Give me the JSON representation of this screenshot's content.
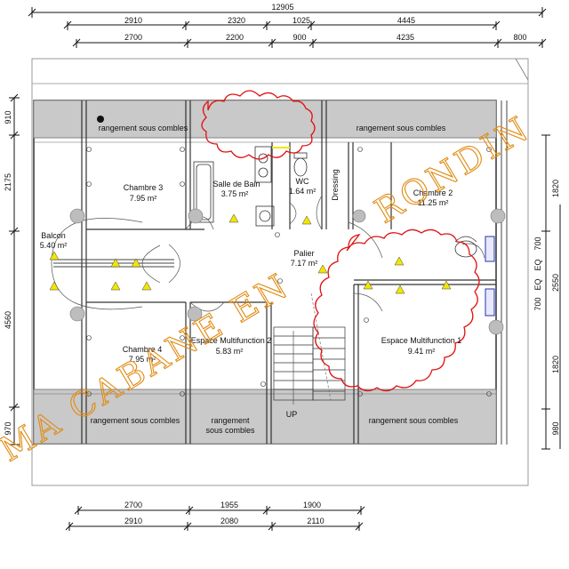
{
  "dimensions": {
    "top_total": "12905",
    "top_row1": [
      "2910",
      "2320",
      "1025",
      "4445"
    ],
    "top_row2": [
      "2700",
      "2200",
      "900",
      "4235",
      "800"
    ],
    "bottom_row1": [
      "2700",
      "1955",
      "1900"
    ],
    "bottom_row2": [
      "2910",
      "2080",
      "2110"
    ],
    "left": [
      "910",
      "2175",
      "4560",
      "970"
    ],
    "right": [
      "1820",
      "700",
      "EQ",
      "EQ",
      "700",
      "2550",
      "1820",
      "980"
    ]
  },
  "rooms": {
    "chambre3": "Chambre 3",
    "chambre3_area": "7.95 m²",
    "sdb": "Salle de Bain",
    "sdb_area": "3.75 m²",
    "wc": "WC",
    "wc_area": "1.64 m²",
    "dressing": "Dressing",
    "chambre2": "Chambre 2",
    "chambre2_area": "11.25 m²",
    "balcon": "Balcon",
    "balcon_area": "5.40 m²",
    "palier": "Palier",
    "palier_area": "7.17 m²",
    "chambre4": "Chambre 4",
    "chambre4_area": "7.95 m²",
    "esp2": "Espace Multifunction 2",
    "esp2_area": "5.83 m²",
    "esp1": "Espace Multifunction 1",
    "esp1_area": "9.41 m²",
    "rangement": "rangement sous combles",
    "rangement_l1": "rangement",
    "rangement_l2": "sous combles",
    "up": "UP"
  },
  "watermark": {
    "left": "MA CABANE EN",
    "right": "RONDIN",
    "color": "#e08a10"
  },
  "colors": {
    "roof_band": "#c9c9c9",
    "cloud": "#e01010",
    "fixture": "#f2e600"
  }
}
